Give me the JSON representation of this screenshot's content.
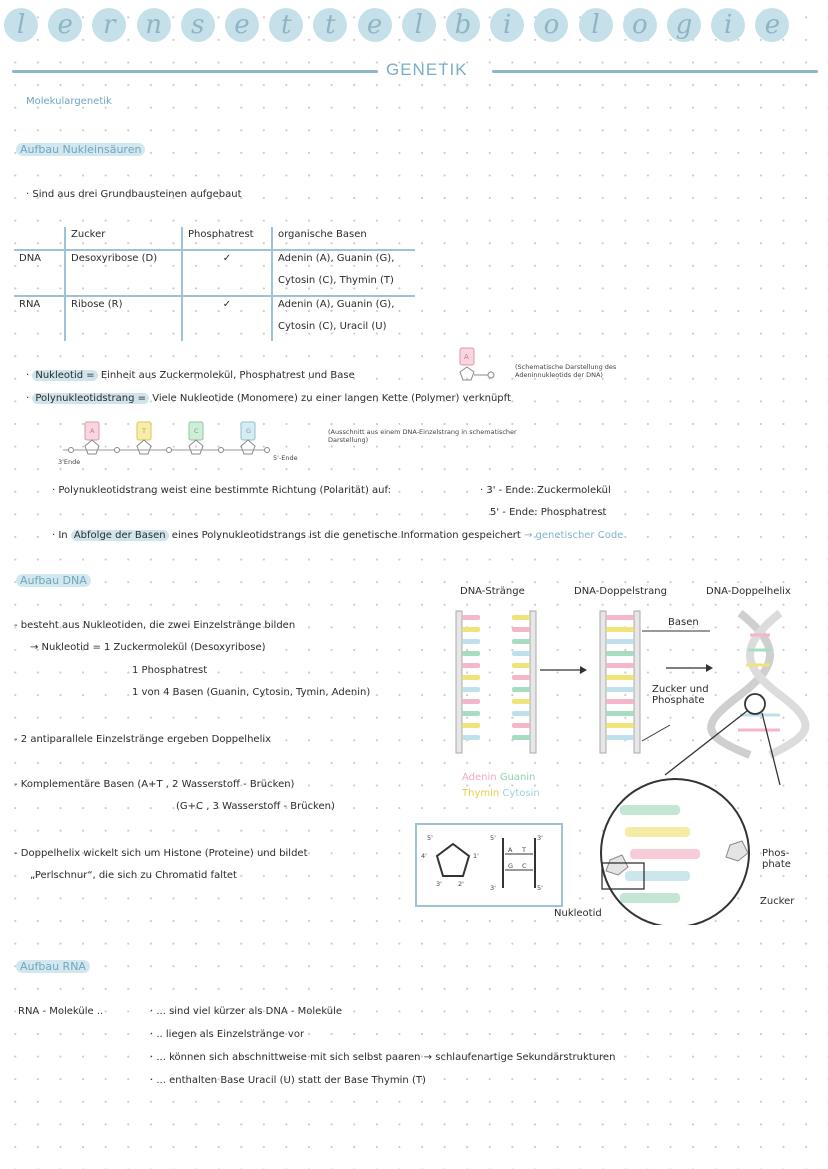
{
  "header": {
    "letters": [
      "l",
      "e",
      "r",
      "n",
      "s",
      "e",
      "t",
      "t",
      "e",
      "l",
      "b",
      "i",
      "o",
      "l",
      "o",
      "g",
      "i",
      "e"
    ],
    "circle_color": "#c6e0ea"
  },
  "title": "GENETIK",
  "subtitle": "Molekulargenetik",
  "section1": {
    "heading": "Aufbau Nukleinsäuren",
    "intro": "· Sind aus drei Grundbausteinen aufgebaut",
    "table": {
      "headers": [
        "",
        "Zucker",
        "Phosphatrest",
        "organische Basen"
      ],
      "rows": [
        {
          "label": "DNA",
          "sugar": "Desoxyribose (D)",
          "phosphate": "✓",
          "bases_line1": "Adenin (A), Guanin (G),",
          "bases_line2": "Cytosin (C), Thymin (T)"
        },
        {
          "label": "RNA",
          "sugar": "Ribose (R)",
          "phosphate": "✓",
          "bases_line1": "Adenin (A), Guanin (G),",
          "bases_line2": "Cytosin (C), Uracil (U)"
        }
      ]
    },
    "nukleotid_term": "Nukleotid =",
    "nukleotid_def": "Einheit aus Zuckermolekül, Phosphatrest und Base",
    "nukleotid_note": "(Schematische Darstellung des Adeninnukleotids der DNA)",
    "polynukleotid_term": "Polynukleotidstrang =",
    "polynukleotid_def": "Viele Nukleotide (Monomere) zu einer langen Kette (Polymer) verknüpft",
    "strand_note": "(Ausschnitt aus einem DNA-Einzelstrang in schematischer Darstellung)",
    "strand_bases": [
      "A",
      "T",
      "C",
      "G"
    ],
    "end3": "3'Ende",
    "end5": "5'-Ende",
    "richtung": "· Polynukleotidstrang weist eine bestimmte Richtung (Polarität) auf:",
    "richtung_3": "· 3' - Ende: Zuckermolekül",
    "richtung_5": "5' - Ende: Phosphatrest",
    "info_pre": "· In",
    "info_hl": "Abfolge der Basen",
    "info_post": "eines Polynukleotidstrangs ist die genetische Information gespeichert",
    "info_arrow": "→ genetischer Code"
  },
  "section2": {
    "heading": "Aufbau DNA",
    "line1": "- besteht aus Nukleotiden, die zwei Einzelstränge bilden",
    "line2": "→ Nukleotid =  1 Zuckermolekül (Desoxyribose)",
    "line3": "1 Phosphatrest",
    "line4": "1 von 4 Basen (Guanin, Cytosin, Tymin, Adenin)",
    "line5": "- 2 antiparallele Einzelstränge ergeben Doppelhelix",
    "line6": "- Komplementäre Basen (A+T , 2 Wasserstoff - Brücken)",
    "line7": "(G+C , 3 Wasserstoff - Brücken)",
    "line8": "- Doppelhelix wickelt sich um Histone (Proteine) und bildet",
    "line9": "„Perlschnur“, die sich zu Chromatid faltet",
    "diagram": {
      "label_strands": "DNA-Stränge",
      "label_double": "DNA-Doppelstrang",
      "label_helix": "DNA-Doppelhelix",
      "label_basen": "Basen",
      "label_zucker_phosphate": "Zucker und Phosphate",
      "legend": [
        {
          "name": "Adenin",
          "color": "#f4b6c8"
        },
        {
          "name": "Guanin",
          "color": "#a8dcc0"
        },
        {
          "name": "Thymin",
          "color": "#f2e27a"
        },
        {
          "name": "Cytosin",
          "color": "#bfe0ea"
        }
      ],
      "label_phosphate": "Phos-phate",
      "label_zucker": "Zucker",
      "label_nukleotid": "Nukleotid",
      "pentagon_labels": [
        "5'",
        "4'",
        "1'",
        "3'",
        "2'"
      ],
      "strand_labels": [
        "5'",
        "3'",
        "3'",
        "5'"
      ],
      "pair_labels": [
        "A",
        "T",
        "G",
        "C"
      ]
    }
  },
  "section3": {
    "heading": "Aufbau RNA",
    "label": "RNA - Moleküle ..",
    "items": [
      "· ... sind viel kürzer als DNA - Moleküle",
      "· .. liegen als Einzelstränge vor",
      "· ... können sich abschnittweise mit sich selbst paaren → schlaufenartige Sekundärstrukturen",
      "· ... enthalten Base Uracil (U) statt der Base Thymin (T)"
    ]
  },
  "colors": {
    "accent": "#7fb4c9",
    "highlight": "#cfe4ec",
    "adenin": "#f4b6c8",
    "thymin": "#f2e27a",
    "cytosin": "#bfe0ea",
    "guanin": "#a8dcc0"
  }
}
